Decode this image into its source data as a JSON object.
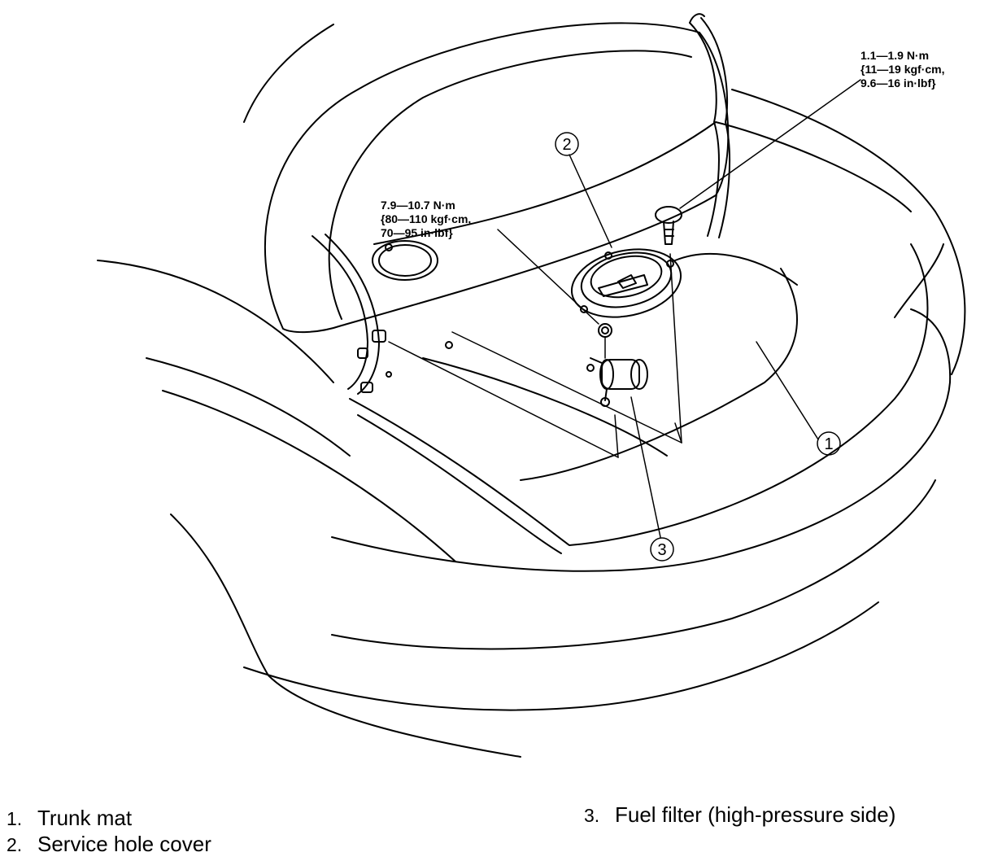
{
  "torque_specs": {
    "screw": {
      "line1": "1.1—1.9 N·m",
      "line2": "{11—19 kgf·cm,",
      "line3": "9.6—16 in·lbf}"
    },
    "nut": {
      "line1": "7.9—10.7 N·m",
      "line2": "{80—110 kgf·cm,",
      "line3": "70—95 in·lbf}"
    }
  },
  "callouts": [
    {
      "number": "1"
    },
    {
      "number": "2"
    },
    {
      "number": "3"
    }
  ],
  "legend": [
    {
      "number": "1.",
      "label": "Trunk mat"
    },
    {
      "number": "2.",
      "label": "Service hole cover"
    },
    {
      "number": "3.",
      "label": "Fuel filter (high-pressure side)"
    }
  ],
  "colors": {
    "line": "#000000",
    "background": "#ffffff"
  }
}
